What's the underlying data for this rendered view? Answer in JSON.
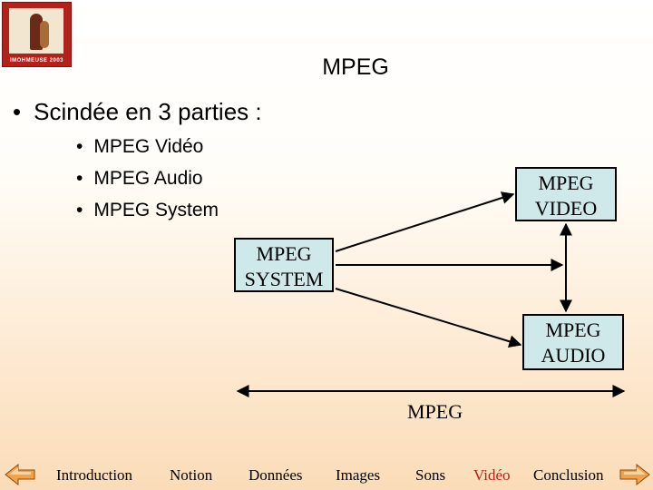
{
  "logo": {
    "caption": "IMOHMEUSE 2003"
  },
  "slide": {
    "title": "MPEG",
    "main_bullet": "Scindée en 3 parties :",
    "sub_bullets": [
      "MPEG Vidéo",
      "MPEG Audio",
      "MPEG System"
    ]
  },
  "diagram": {
    "video": [
      "MPEG",
      "VIDEO"
    ],
    "system": [
      "MPEG",
      "SYSTEM"
    ],
    "audio": [
      "MPEG",
      "AUDIO"
    ],
    "span_label": "MPEG",
    "box_fill": "#cfe8ea"
  },
  "nav": {
    "items": [
      "Introduction",
      "Notion",
      "Données",
      "Images",
      "Sons",
      "Vidéo",
      "Conclusion"
    ],
    "active": "Vidéo",
    "active_color": "#b3211b",
    "prev_icon": "arrow-left-icon",
    "next_icon": "arrow-right-icon"
  }
}
